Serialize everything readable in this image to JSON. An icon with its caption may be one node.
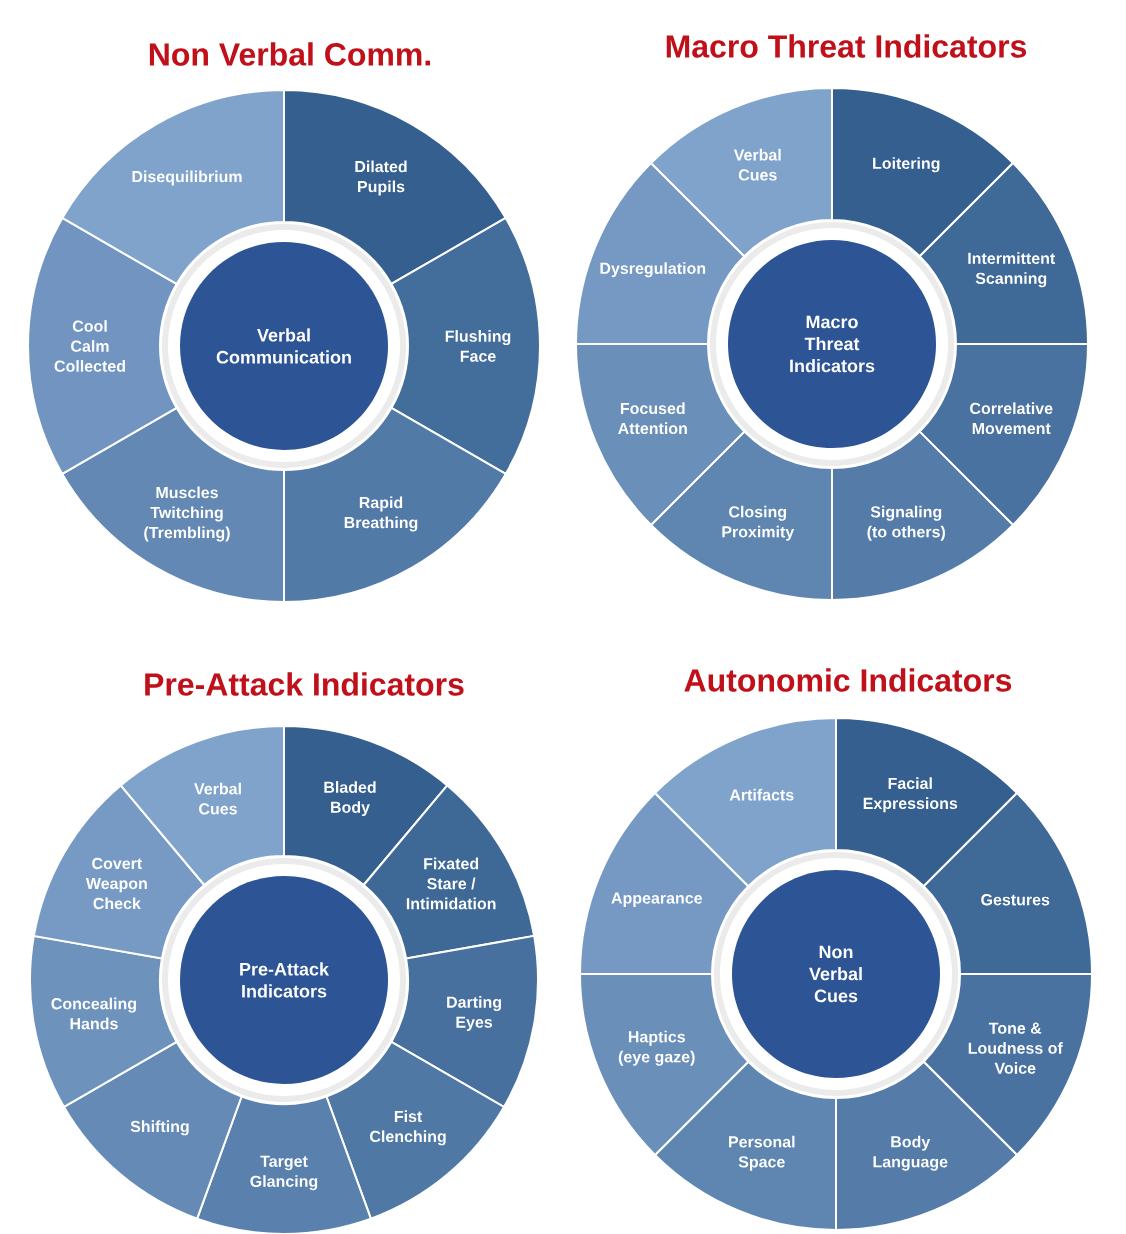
{
  "diagram": {
    "nodes": [
      {
        "text": [
          "Verbal Communication"
        ]
      },
      {
        "text": [
          "Dilated Pupils"
        ]
      },
      {
        "text": [
          "Flushing Face"
        ]
      },
      {
        "text": [
          "Rapid Breathing"
        ]
      },
      {
        "text": [
          "Muscles Twitching (Trembling)"
        ]
      },
      {
        "text": [
          "Cool Calm Collected"
        ]
      },
      {
        "text": [
          "Disequilibrium"
        ]
      },
      {
        "text": [
          "Macro Threat Indicators"
        ]
      },
      {
        "text": [
          "Loitering"
        ]
      },
      {
        "text": [
          "Intermittent Scanning"
        ]
      },
      {
        "text": [
          "Correlative Movement"
        ]
      },
      {
        "text": [
          "Signaling (to others)"
        ]
      },
      {
        "text": [
          "Closing Proximity"
        ]
      },
      {
        "text": [
          "Focused Attention"
        ]
      },
      {
        "text": [
          "Dysregulation"
        ]
      },
      {
        "text": [
          "Verbal Cues"
        ]
      },
      {
        "text": [
          "Pre-Attack Indicators"
        ]
      },
      {
        "text": [
          "Bladed Body"
        ]
      },
      {
        "text": [
          "Fixated Stare / Intimidation"
        ]
      },
      {
        "text": [
          "Darting Eyes"
        ]
      },
      {
        "text": [
          "Fist Clenching"
        ]
      },
      {
        "text": [
          "Target Glancing"
        ]
      },
      {
        "text": [
          "Shifting"
        ]
      },
      {
        "text": [
          "Concealing Hands"
        ]
      },
      {
        "text": [
          "Covert Weapon Check"
        ]
      },
      {
        "text": [
          "Verbal Cues"
        ]
      },
      {
        "text": [
          "Non Verbal Cues"
        ]
      },
      {
        "text": [
          "Facial Expressions"
        ]
      },
      {
        "text": [
          "Gestures"
        ]
      },
      {
        "text": [
          "Tone & Loudness of Voice"
        ]
      },
      {
        "text": [
          "Body Language"
        ]
      },
      {
        "text": [
          "Personal Space"
        ]
      },
      {
        "text": [
          "Haptics (eye gaze)"
        ]
      },
      {
        "text": [
          "Appearance"
        ]
      },
      {
        "text": [
          "Artifacts"
        ]
      }
    ],
    "labels": [
      "Non Verbal Comm.",
      "Macro Threat Indicators",
      "Pre-Attack Indicators",
      "Autonomic Indicators"
    ]
  }
}
